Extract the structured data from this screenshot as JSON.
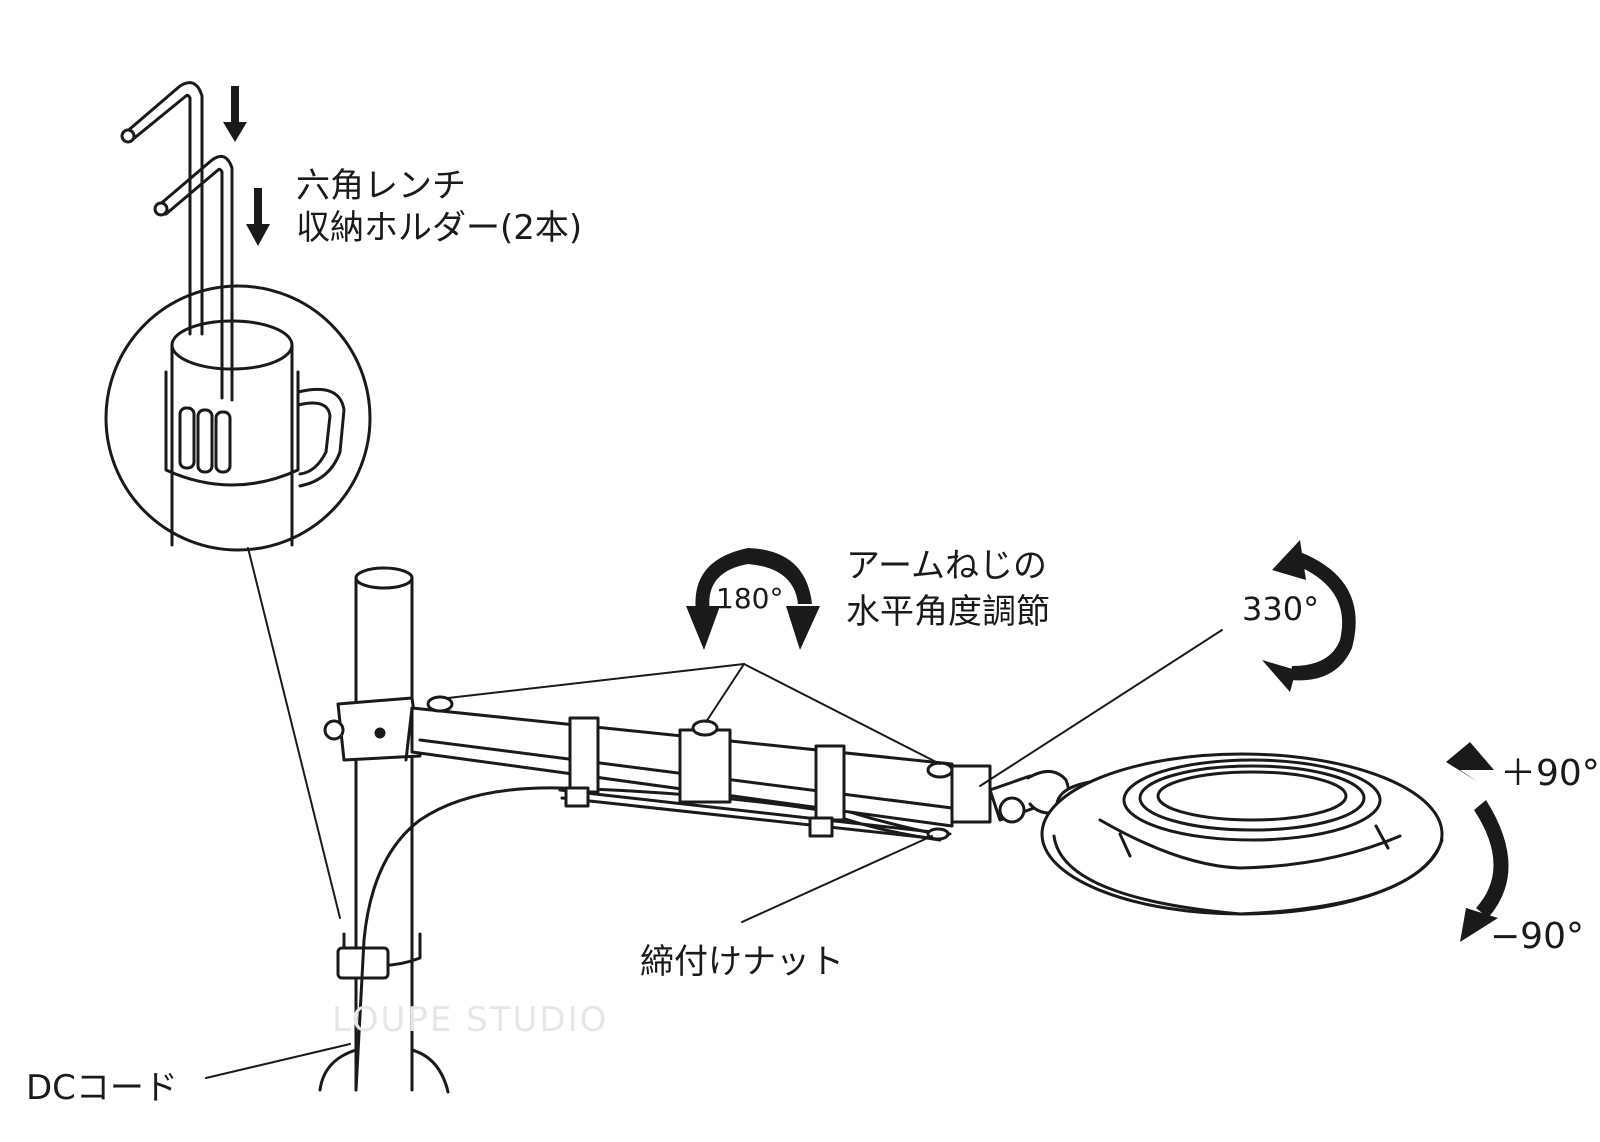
{
  "labels": {
    "hex_wrench_line1": "六角レンチ",
    "hex_wrench_line2": "収納ホルダー(2本)",
    "arm_screw_line1": "アームねじの",
    "arm_screw_line2": "水平角度調節",
    "tighten_nut": "締付けナット",
    "dc_cord": "DCコード"
  },
  "angles": {
    "arm_rotation": "180°",
    "head_rotation": "330°",
    "tilt_up": "＋90°",
    "tilt_down": "−90°"
  },
  "watermark": "LOUPE STUDIO"
}
